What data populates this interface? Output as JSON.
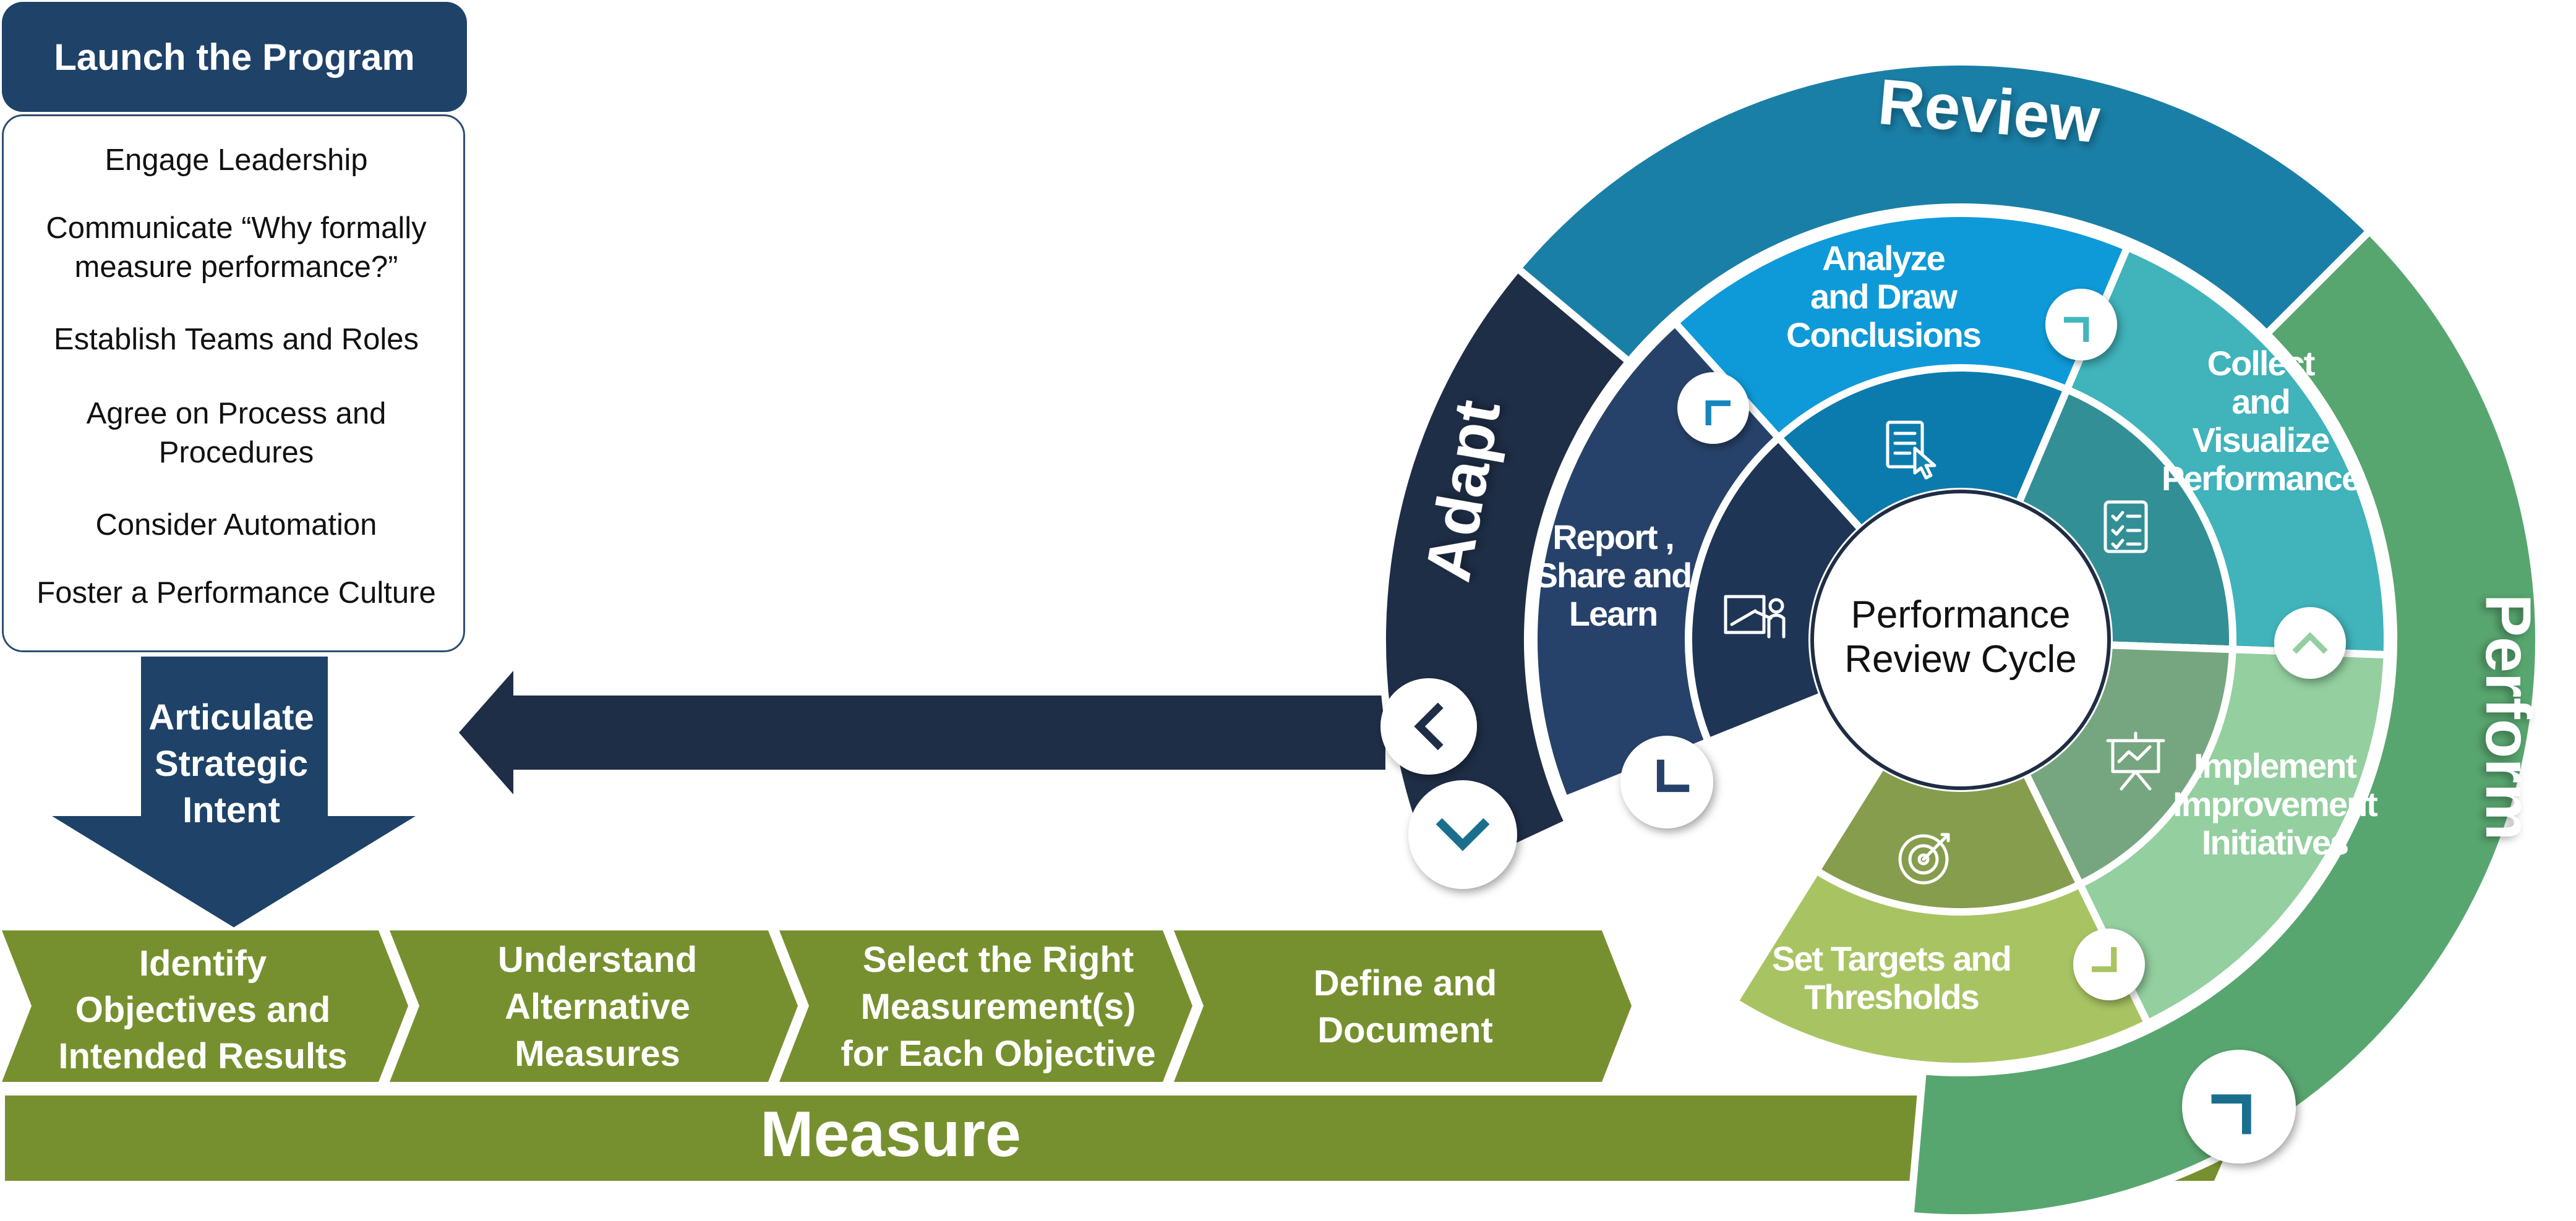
{
  "launch": {
    "title": "Launch the Program",
    "items": [
      "Engage Leadership",
      "Communicate “Why formally measure performance?”",
      "Establish Teams and Roles",
      "Agree on Process and Procedures",
      "Consider Automation",
      "Foster a Performance Culture"
    ]
  },
  "down_arrow_label": [
    "Articulate",
    "Strategic",
    "Intent"
  ],
  "measure": {
    "label": "Measure",
    "steps": [
      [
        "Identify",
        "Objectives and",
        "Intended Results"
      ],
      [
        "Understand",
        "Alternative",
        "Measures"
      ],
      [
        "Select the Right",
        "Measurement(s)",
        "for Each Objective"
      ],
      [
        "Define and",
        "Document"
      ]
    ]
  },
  "cycle": {
    "center": [
      "Performance",
      "Review Cycle"
    ],
    "outer_labels": [
      "Review",
      "Perform",
      "Adapt"
    ],
    "segments": [
      {
        "label": [
          "Analyze",
          "and Draw",
          "Conclusions"
        ],
        "icon": "document-pointer-icon"
      },
      {
        "label": [
          "Collect",
          "and",
          "Visualize",
          "Performance"
        ],
        "icon": "checklist-icon"
      },
      {
        "label": [
          "Implement",
          "Improvement",
          "Initiatives"
        ],
        "icon": "presentation-board-icon"
      },
      {
        "label": [
          "Set Targets and",
          "Thresholds"
        ],
        "icon": "target-icon"
      },
      {
        "label": [
          "Report ,",
          "Share and",
          "Learn"
        ],
        "icon": "presenter-icon"
      }
    ]
  },
  "colors": {
    "navy": "#1f4268",
    "dark_navy": "#1e2e47",
    "olive": "#77902f",
    "review_ring": "#1a7fa7",
    "perform_ring": "#58a66f",
    "analyze": "#0e9ad8",
    "collect": "#40b3bb",
    "implement": "#93cf9f",
    "targets": "#a8c462",
    "report": "#27426a"
  }
}
